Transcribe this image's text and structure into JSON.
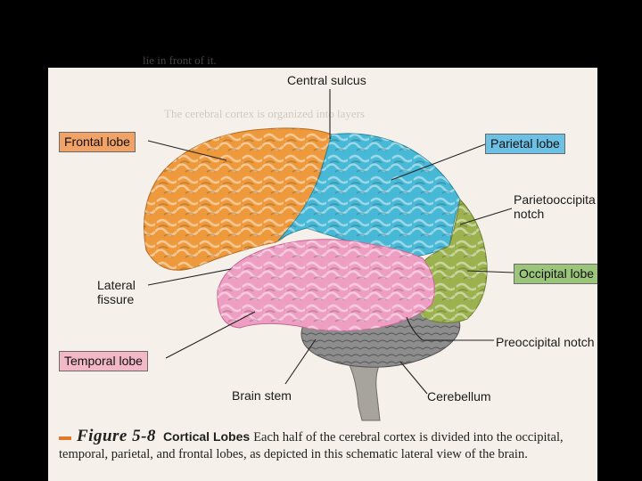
{
  "labels": {
    "central_sulcus": "Central sulcus",
    "frontal_lobe": "Frontal lobe",
    "parietal_lobe": "Parietal lobe",
    "parietooccipital_notch": "Parietooccipita\nnotch",
    "lateral_fissure": "Lateral\nfissure",
    "occipital_lobe": "Occipital lobe",
    "preoccipital_notch": "Preoccipital notch",
    "temporal_lobe": "Temporal lobe",
    "brain_stem": "Brain stem",
    "cerebellum": "Cerebellum"
  },
  "colors": {
    "frontal": "#ee9a3c",
    "parietal": "#47b8d6",
    "temporal": "#ef9ec3",
    "occipital": "#9bb24e",
    "cerebellum": "#8d8d8d",
    "brainstem": "#a7a39d",
    "frontal_box": "#f0a267",
    "parietal_box": "#6cc0e3",
    "occipital_box": "#9ac57a",
    "temporal_box": "#f2b8c8"
  },
  "caption": {
    "figure": "Figure 5-8",
    "title": "Cortical Lobes",
    "text": "Each half of the cerebral cortex is divided into the occipital, temporal, parietal, and frontal lobes, as depicted in this schematic lateral view of the brain."
  },
  "background_text": {
    "top_fragment": "lie in front of it.",
    "bleed_line": "The cerebral cortex is organized into layers"
  }
}
